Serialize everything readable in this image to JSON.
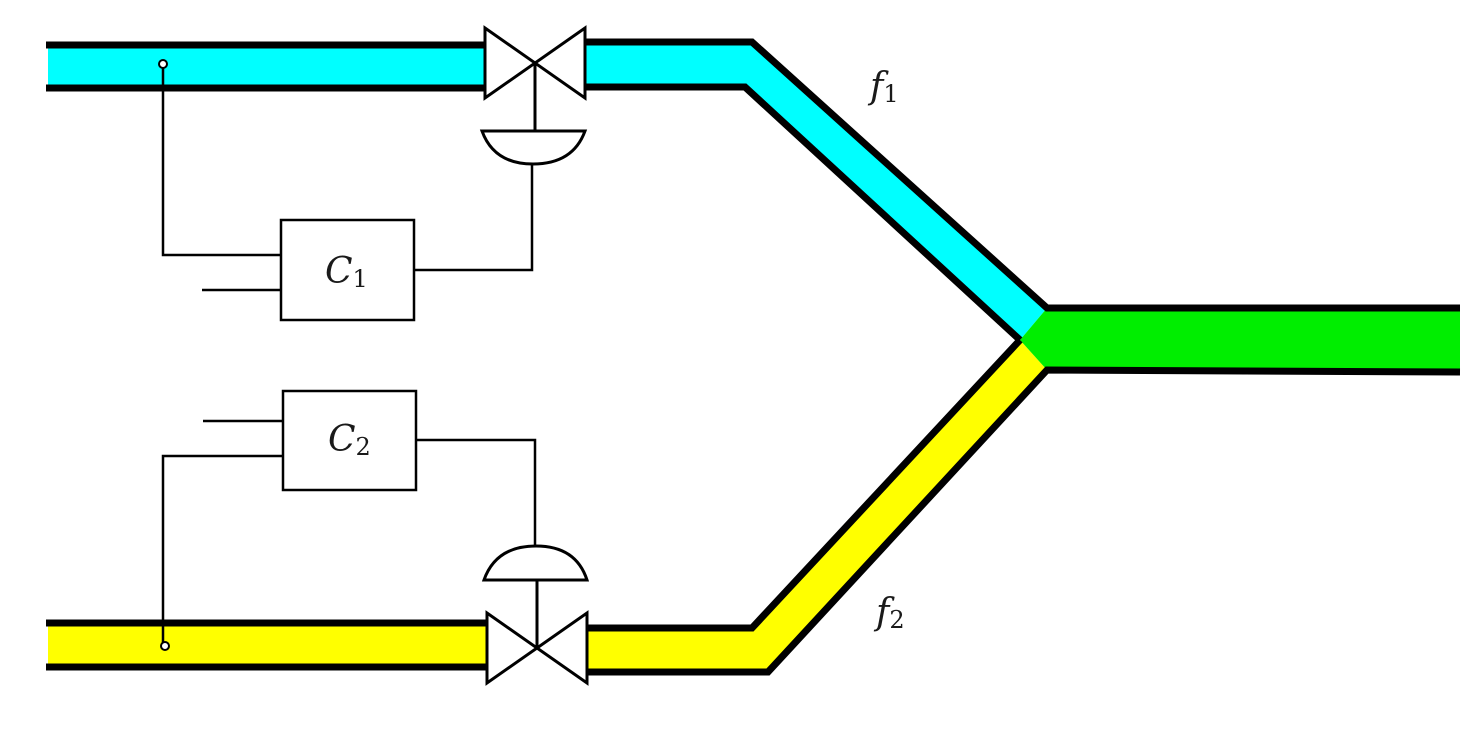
{
  "controllers": {
    "c1": {
      "letter": "C",
      "subscript": "1"
    },
    "c2": {
      "letter": "C",
      "subscript": "2"
    }
  },
  "flows": {
    "f1": {
      "letter": "f",
      "subscript": "1"
    },
    "f2": {
      "letter": "f",
      "subscript": "2"
    }
  },
  "colors": {
    "stream_1": "#00ffff",
    "stream_2": "#ffff00",
    "mixed_stream": "#00ee00",
    "outline": "#000000"
  }
}
